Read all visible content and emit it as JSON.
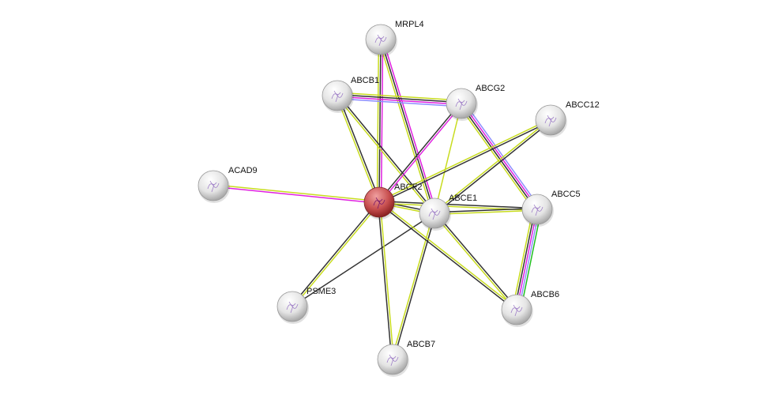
{
  "colors": {
    "textmining": "#c8dc1e",
    "coexpression": "#333333",
    "experiments": "#e020e0",
    "databases": "#8c8cff",
    "neighborhood": "#20c020",
    "query_node": "#c85050",
    "node": "#e8e8e8"
  },
  "nodes": [
    {
      "id": "MRPL4",
      "label": "MRPL4"
    },
    {
      "id": "ABCB1",
      "label": "ABCB1"
    },
    {
      "id": "ABCG2",
      "label": "ABCG2"
    },
    {
      "id": "ABCC12",
      "label": "ABCC12"
    },
    {
      "id": "ACAD9",
      "label": "ACAD9"
    },
    {
      "id": "ABCF2",
      "label": "ABCF2",
      "query": true
    },
    {
      "id": "ABCE1",
      "label": "ABCE1"
    },
    {
      "id": "ABCC5",
      "label": "ABCC5"
    },
    {
      "id": "PSME3",
      "label": "PSME3"
    },
    {
      "id": "ABCB6",
      "label": "ABCB6"
    },
    {
      "id": "ABCB7",
      "label": "ABCB7"
    }
  ],
  "edges": [
    {
      "source": "ABCF2",
      "target": "MRPL4",
      "evidence": [
        "textmining",
        "coexpression",
        "experiments"
      ]
    },
    {
      "source": "ABCE1",
      "target": "MRPL4",
      "evidence": [
        "textmining",
        "coexpression",
        "experiments"
      ]
    },
    {
      "source": "ABCB1",
      "target": "ABCG2",
      "evidence": [
        "textmining",
        "coexpression",
        "experiments",
        "databases"
      ]
    },
    {
      "source": "ABCB1",
      "target": "ABCF2",
      "evidence": [
        "coexpression",
        "textmining"
      ]
    },
    {
      "source": "ABCB1",
      "target": "ABCE1",
      "evidence": [
        "coexpression",
        "textmining"
      ]
    },
    {
      "source": "ABCG2",
      "target": "ABCF2",
      "evidence": [
        "experiments",
        "coexpression"
      ]
    },
    {
      "source": "ABCG2",
      "target": "ABCE1",
      "evidence": [
        "textmining"
      ]
    },
    {
      "source": "ABCG2",
      "target": "ABCC5",
      "evidence": [
        "databases",
        "experiments",
        "coexpression",
        "textmining"
      ]
    },
    {
      "source": "ABCC12",
      "target": "ABCF2",
      "evidence": [
        "coexpression",
        "textmining"
      ]
    },
    {
      "source": "ABCC12",
      "target": "ABCE1",
      "evidence": [
        "coexpression",
        "textmining"
      ]
    },
    {
      "source": "ACAD9",
      "target": "ABCF2",
      "evidence": [
        "textmining",
        "experiments"
      ]
    },
    {
      "source": "ABCF2",
      "target": "ABCE1",
      "evidence": [
        "coexpression",
        "textmining"
      ]
    },
    {
      "source": "ABCF2",
      "target": "ABCC5",
      "evidence": [
        "coexpression",
        "textmining"
      ]
    },
    {
      "source": "ABCE1",
      "target": "ABCC5",
      "evidence": [
        "coexpression",
        "textmining"
      ]
    },
    {
      "source": "ABCF2",
      "target": "PSME3",
      "evidence": [
        "textmining",
        "coexpression"
      ]
    },
    {
      "source": "ABCE1",
      "target": "PSME3",
      "evidence": [
        "coexpression"
      ]
    },
    {
      "source": "ABCF2",
      "target": "ABCB7",
      "evidence": [
        "textmining",
        "coexpression"
      ]
    },
    {
      "source": "ABCE1",
      "target": "ABCB7",
      "evidence": [
        "coexpression",
        "textmining"
      ]
    },
    {
      "source": "ABCF2",
      "target": "ABCB6",
      "evidence": [
        "textmining",
        "coexpression"
      ]
    },
    {
      "source": "ABCE1",
      "target": "ABCB6",
      "evidence": [
        "coexpression",
        "textmining"
      ]
    },
    {
      "source": "ABCC5",
      "target": "ABCB6",
      "evidence": [
        "neighborhood",
        "databases",
        "experiments",
        "coexpression",
        "textmining"
      ]
    }
  ]
}
